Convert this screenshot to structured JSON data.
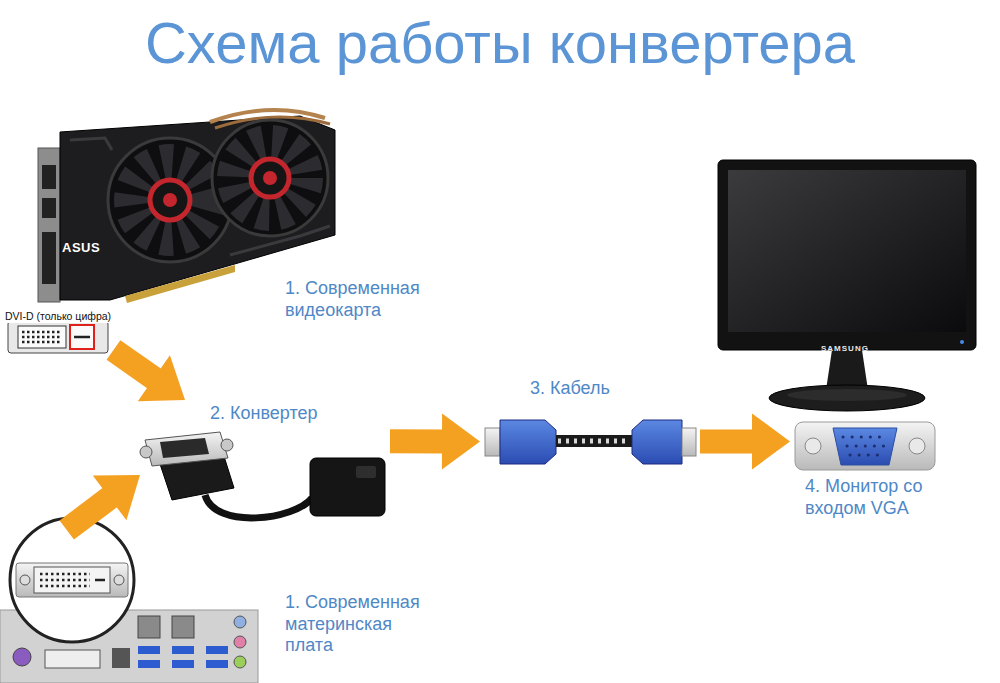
{
  "diagram": {
    "title": "Схема работы конвертера",
    "nodes": [
      {
        "text": [
          "1. Современная видеокарта"
        ]
      },
      {
        "text": [
          "1. Современная материнская плата"
        ]
      },
      {
        "text": [
          "2. Конвертер"
        ]
      },
      {
        "text": [
          "3. Кабель"
        ]
      },
      {
        "text": [
          "4. Монитор со входом VGA"
        ]
      }
    ],
    "edges": [
      {
        "from": 0,
        "to": 2,
        "arrow": "to"
      },
      {
        "from": 1,
        "to": 2,
        "arrow": "to"
      },
      {
        "from": 2,
        "to": 3,
        "arrow": "to"
      },
      {
        "from": 3,
        "to": 4,
        "arrow": "to"
      }
    ],
    "labels": [
      "DVI-D (только цифра)",
      "ASUS",
      "SAMSUNG"
    ]
  }
}
